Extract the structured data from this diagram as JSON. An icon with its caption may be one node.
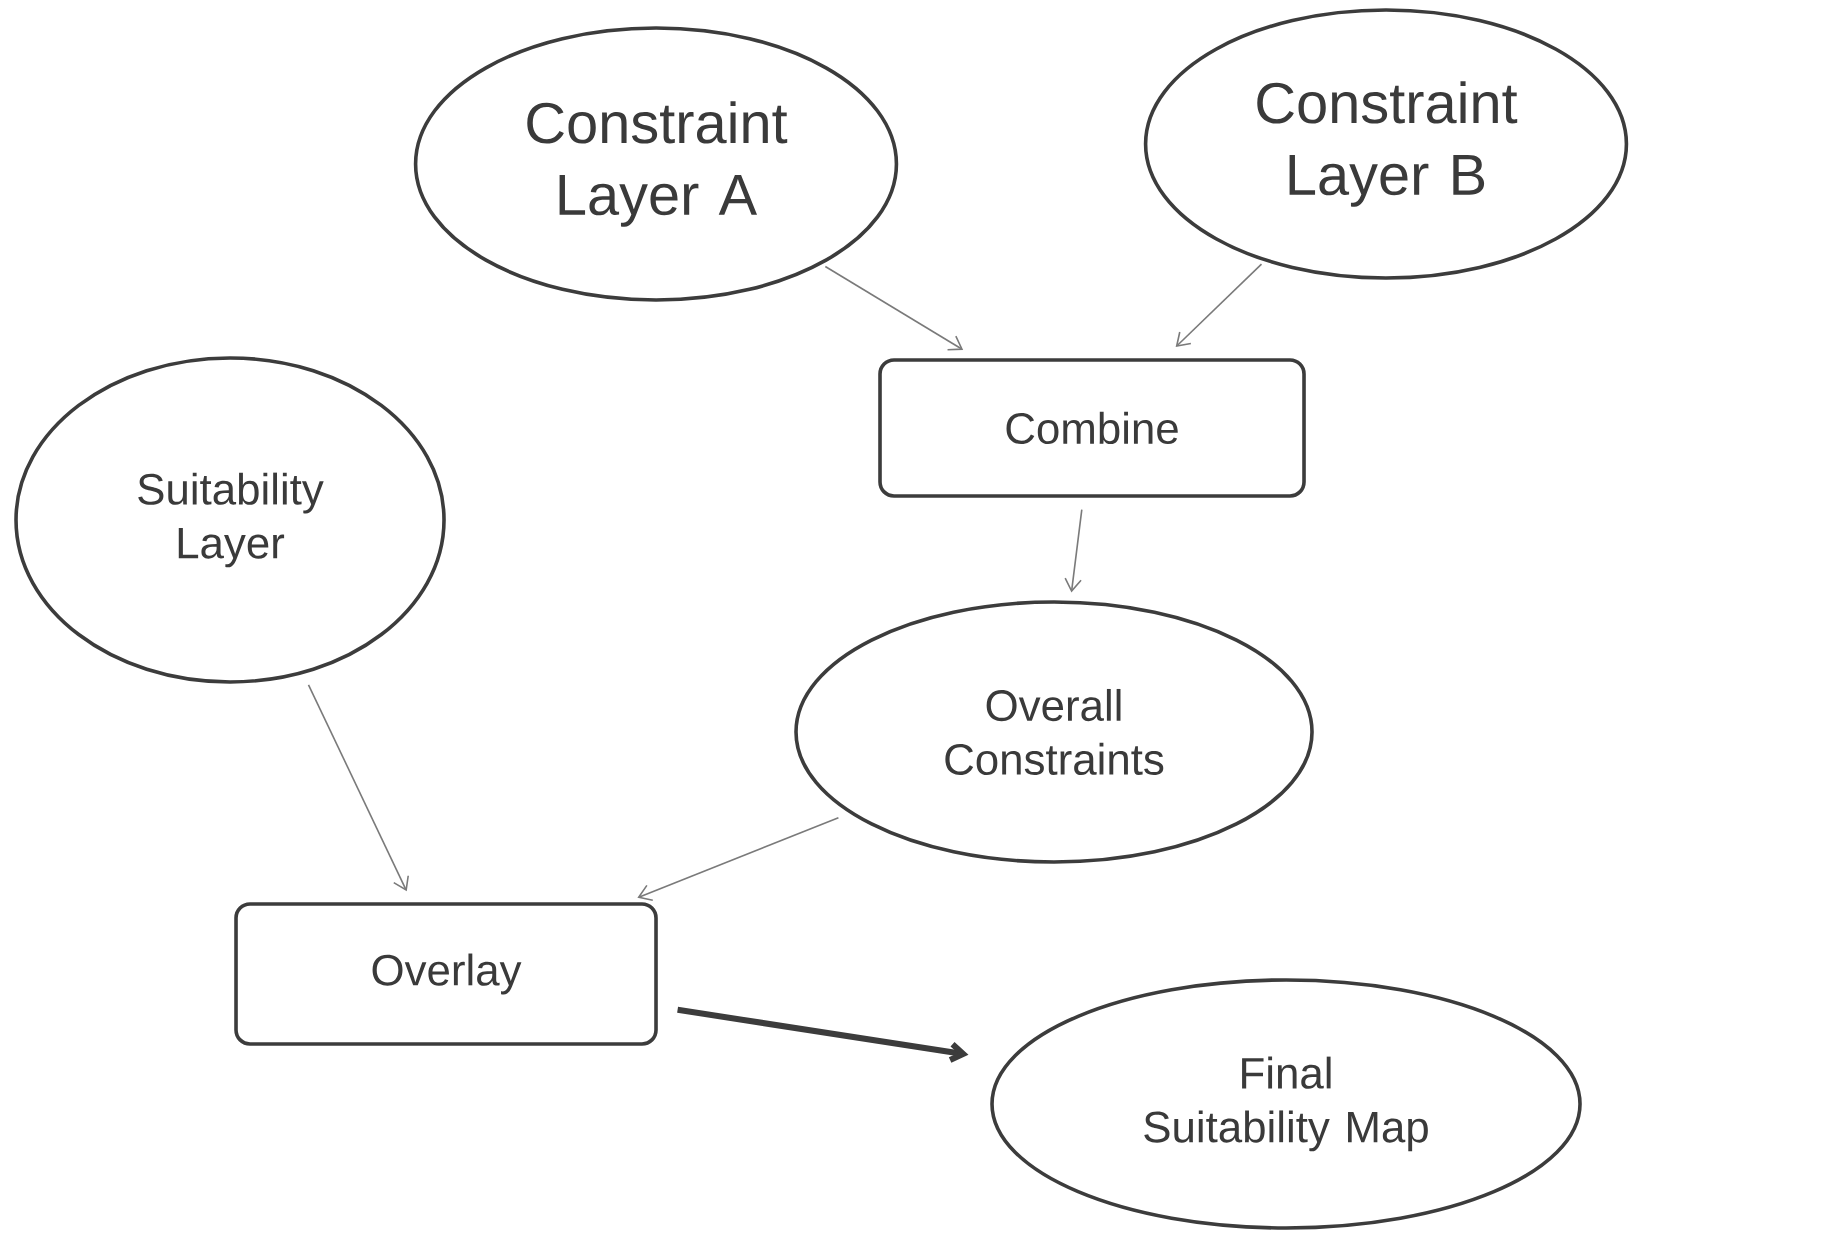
{
  "diagram": {
    "nodes": [
      {
        "text": [
          "Constraint Layer A"
        ]
      },
      {
        "text": [
          "Constraint Layer B"
        ]
      },
      {
        "text": [
          "Combine"
        ]
      },
      {
        "text": [
          "Suitability Layer"
        ]
      },
      {
        "text": [
          "Overall Constraints"
        ]
      },
      {
        "text": [
          "Overlay"
        ]
      },
      {
        "text": [
          "Final Suitability Map"
        ]
      }
    ],
    "edges": [
      {
        "from": 0,
        "to": 2,
        "arrow": "to"
      },
      {
        "from": 1,
        "to": 2,
        "arrow": "to"
      },
      {
        "from": 2,
        "to": 4,
        "arrow": "to"
      },
      {
        "from": 3,
        "to": 5,
        "arrow": "to"
      },
      {
        "from": 4,
        "to": 5,
        "arrow": "to"
      },
      {
        "from": 5,
        "to": 6,
        "arrow": "to",
        "style": "thick"
      }
    ]
  }
}
